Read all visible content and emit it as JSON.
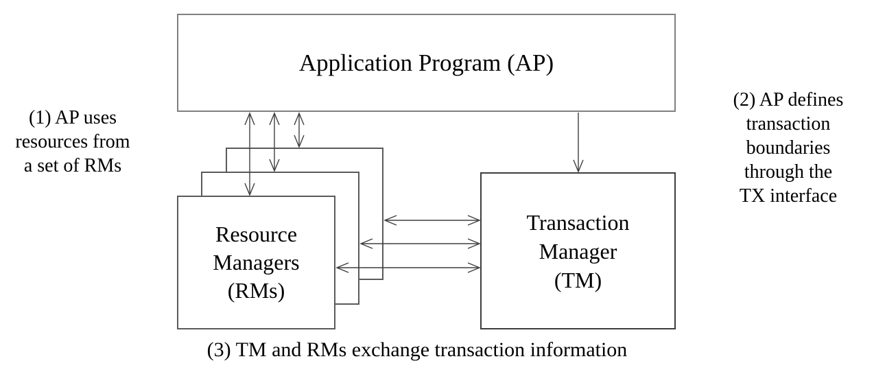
{
  "diagram": {
    "nodes": {
      "ap": {
        "label": "Application Program (AP)"
      },
      "rm": {
        "label_lines": [
          "Resource",
          "Managers",
          "(RMs)"
        ]
      },
      "tm": {
        "label_lines": [
          "Transaction",
          "Manager",
          "(TM)"
        ]
      }
    },
    "annotations": {
      "note1": {
        "lines": [
          "(1) AP uses",
          "resources from",
          "a set of RMs"
        ]
      },
      "note2": {
        "lines": [
          "(2) AP defines",
          "transaction",
          "boundaries",
          "through the",
          "TX interface"
        ]
      },
      "note3": {
        "text": "(3) TM and RMs exchange transaction information"
      }
    },
    "edges": [
      {
        "from": "AP",
        "to": "RMs",
        "style": "bidirectional-open-arrow",
        "count": 3
      },
      {
        "from": "AP",
        "to": "TM",
        "style": "directed-open-arrow",
        "count": 1
      },
      {
        "from": "RMs",
        "to": "TM",
        "style": "bidirectional-open-arrow",
        "count": 3
      }
    ],
    "colors": {
      "background": "#ffffff",
      "text": "#000000",
      "ap_border": "#7f7f7f",
      "rm_border": "#5a5a5a",
      "tm_border": "#3d3d3d",
      "arrow": "#3f3f3f"
    }
  }
}
